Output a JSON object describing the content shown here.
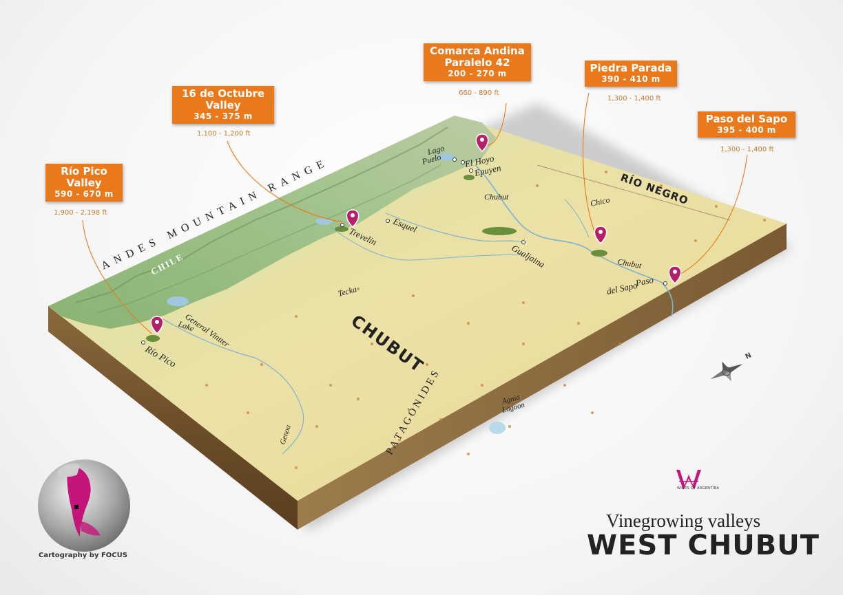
{
  "title": {
    "subtitle": "Vinegrowing valleys",
    "main": "WEST CHUBUT"
  },
  "credit": "Cartography by FOCUS",
  "logo": {
    "letter": "W",
    "text": "WINES OF ARGENTINA",
    "color": "#c4167a"
  },
  "colors": {
    "callout": "#e9791b",
    "pin": "#b5206b",
    "feet_text": "#c47a2c",
    "terrain": "#e8dfa0"
  },
  "valleys": [
    {
      "name_line1": "Río Pico",
      "name_line2": "Valley",
      "elevation": "590 - 670 m",
      "feet": "1,900 - 2,198 ft"
    },
    {
      "name_line1": "16 de Octubre",
      "name_line2": "Valley",
      "elevation": "345 - 375 m",
      "feet": "1,100 - 1,200 ft"
    },
    {
      "name_line1": "Comarca Andina",
      "name_line2": "Paralelo 42",
      "elevation": "200 - 270 m",
      "feet": "660 - 890 ft"
    },
    {
      "name_line1": "Piedra Parada",
      "name_line2": "",
      "elevation": "390 - 410 m",
      "feet": "1,300 - 1,400 ft"
    },
    {
      "name_line1": "Paso del Sapo",
      "name_line2": "",
      "elevation": "395 - 400 m",
      "feet": "1,300 - 1,400 ft"
    }
  ],
  "labels": {
    "andes": "ANDES MOUNTAIN RANGE",
    "chile": "CHILE",
    "chubut_region": "CHUBUT",
    "rio_negro": "RÍO NEGRO",
    "patagonides": "P A T A G Ó N I D E S",
    "lago_puelo_1": "Lago",
    "lago_puelo_2": "Puelo",
    "el_hoyo": "El Hoyo",
    "epuyen": "Epuyen",
    "chubut_river_1": "Chubut",
    "chubut_river_2": "Chubut",
    "chico": "Chico",
    "esquel": "Esquel",
    "trevelin": "Trevelin",
    "gualjaina": "Gualjaina",
    "tecka": "Tecka",
    "paso_del_sapo_1": "Paso",
    "paso_del_sapo_2": "del Sapo",
    "general_vintter": "General Vintter",
    "lake": "Lake",
    "rio_pico": "Río Pico",
    "genoa": "Genoa",
    "agnia_1": "Agnia",
    "agnia_2": "Lagoon",
    "compass_n": "N"
  }
}
